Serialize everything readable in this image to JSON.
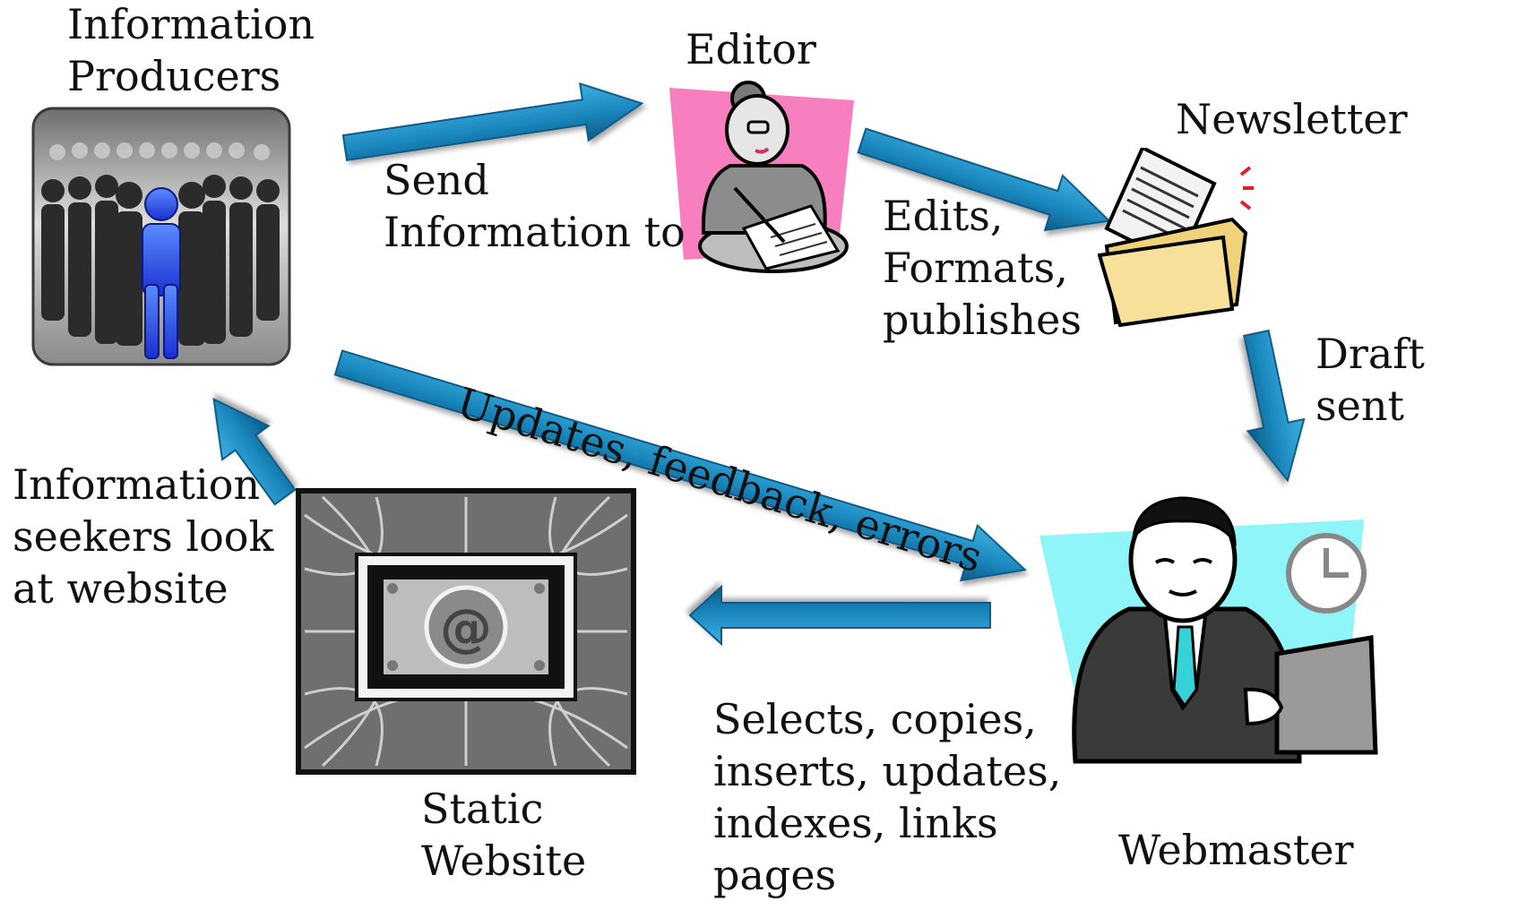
{
  "nodes": {
    "producers": {
      "label": "Information\nProducers"
    },
    "editor": {
      "label": "Editor"
    },
    "newsletter": {
      "label": "Newsletter"
    },
    "webmaster": {
      "label": "Webmaster"
    },
    "website": {
      "label": "Static\nWebsite",
      "icon": "@"
    }
  },
  "edges": {
    "send": "Send\nInformation to",
    "edits": "Edits,\nFormats,\npublishes",
    "draft": "Draft sent",
    "updates": "Updates, feedback, errors",
    "selects": "Selects, copies,\ninserts, updates,\nindexes, links\npages",
    "seekers": "Information\nseekers look\nat website"
  },
  "colors": {
    "arrow": "#1a87bd",
    "arrow_dark": "#0d5a86",
    "editor_bg": "#f77fbf",
    "webmaster_bg": "#8ff5f9"
  }
}
